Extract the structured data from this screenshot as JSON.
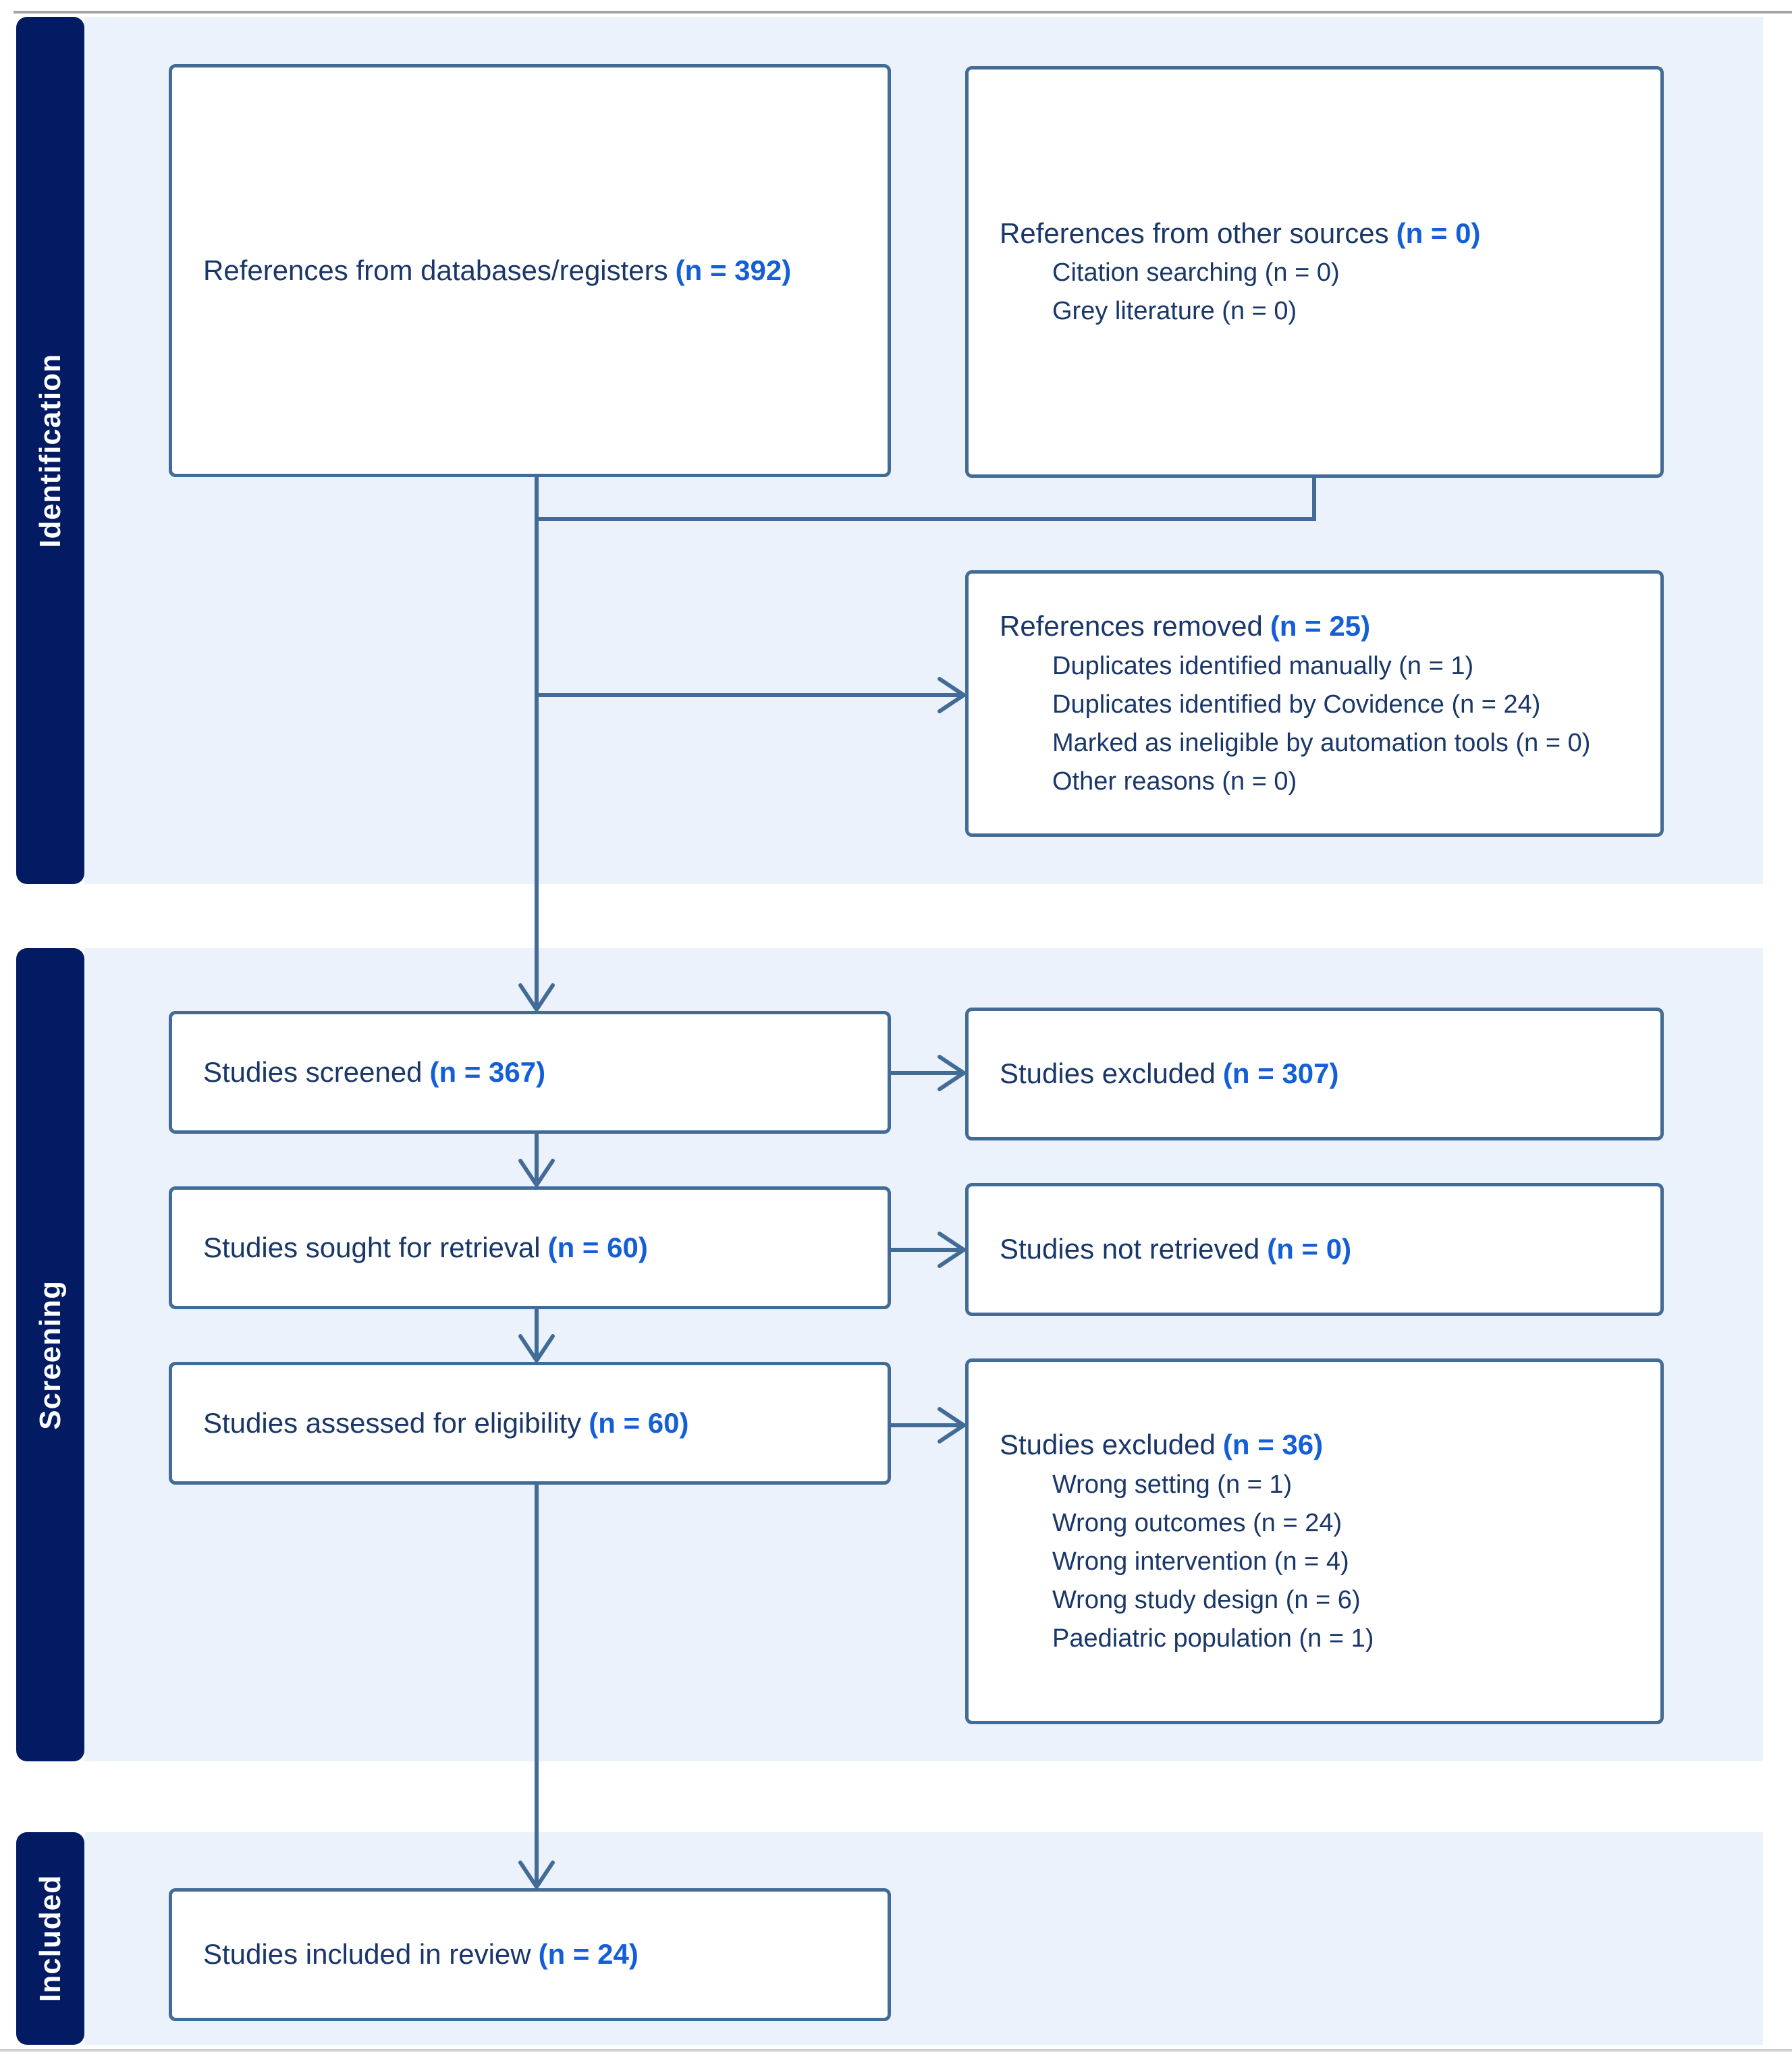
{
  "title": "PRISMA study selection flow diagram",
  "colors": {
    "stage_bar": "#021b63",
    "band_bg": "#ebf2fc",
    "box_border": "#426c96",
    "box_bg": "#ffffff",
    "text": "#1a3769",
    "count_accent": "#145fd7",
    "connector": "#426c96",
    "page_edge_top": "#a3a3a3",
    "page_edge_bottom": "#cfcfcf"
  },
  "sections": [
    {
      "label": "Identification"
    },
    {
      "label": "Screening"
    },
    {
      "label": "Included"
    }
  ],
  "boxes": {
    "db_registers": {
      "label": "References from databases/registers",
      "n": "(n = 392)"
    },
    "other_sources": {
      "label": "References from other sources",
      "n": "(n = 0)",
      "items": [
        "Citation searching (n = 0)",
        "Grey literature (n = 0)"
      ]
    },
    "refs_removed": {
      "label": "References removed",
      "n": "(n = 25)",
      "items": [
        "Duplicates identified manually (n = 1)",
        "Duplicates identified by Covidence (n = 24)",
        "Marked as ineligible by automation tools (n = 0)",
        "Other reasons (n = 0)"
      ]
    },
    "screened": {
      "label": "Studies screened",
      "n": "(n = 367)"
    },
    "excluded_screening": {
      "label": "Studies excluded",
      "n": "(n = 307)"
    },
    "sought": {
      "label": "Studies sought for retrieval",
      "n": "(n = 60)"
    },
    "not_retrieved": {
      "label": "Studies not retrieved",
      "n": "(n = 0)"
    },
    "assessed": {
      "label": "Studies assessed for eligibility",
      "n": "(n = 60)"
    },
    "excluded_eligibility": {
      "label": "Studies excluded",
      "n": "(n = 36)",
      "items": [
        "Wrong setting (n = 1)",
        "Wrong outcomes (n = 24)",
        "Wrong intervention (n = 4)",
        "Wrong study design (n = 6)",
        "Paediatric population (n = 1)"
      ]
    },
    "included_review": {
      "label": "Studies included in review",
      "n": "(n = 24)"
    }
  }
}
